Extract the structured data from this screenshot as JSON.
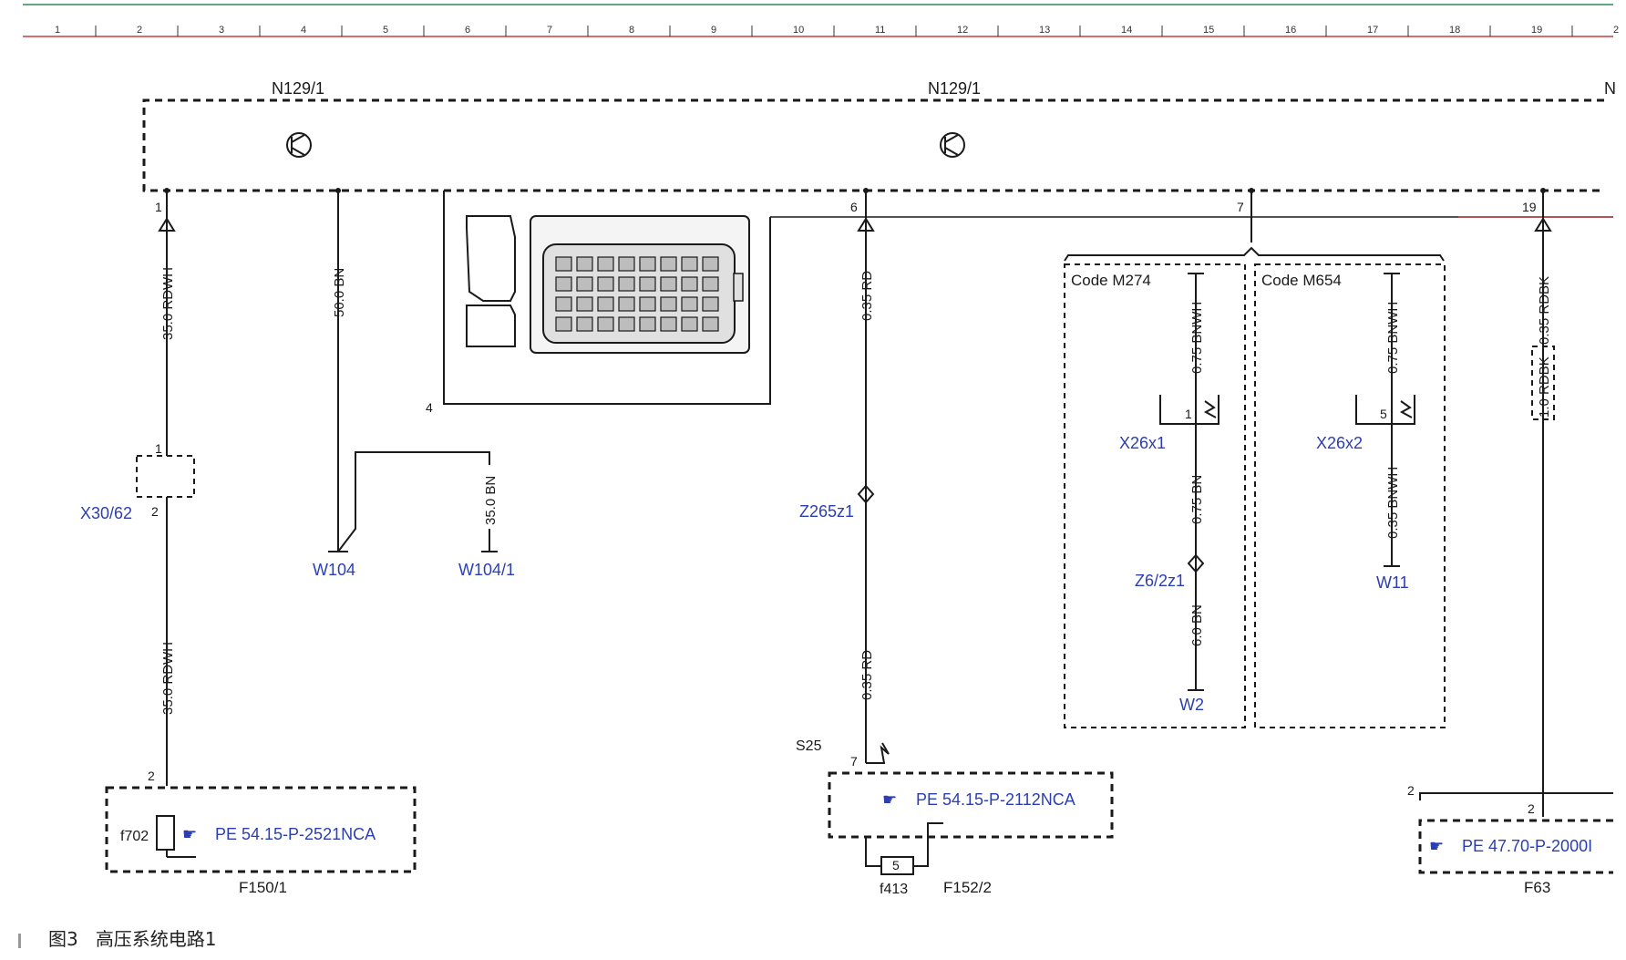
{
  "ruler": {
    "numbers": [
      "1",
      "2",
      "3",
      "4",
      "5",
      "6",
      "7",
      "8",
      "9",
      "10",
      "11",
      "12",
      "13",
      "14",
      "15",
      "16",
      "17",
      "18",
      "19",
      "2"
    ]
  },
  "modules": {
    "n129_left": "N129/1",
    "n129_right": "N129/1",
    "n_edge": "N"
  },
  "pins": {
    "p1": "1",
    "p6": "6",
    "p7": "7",
    "p19": "19",
    "p4": "4",
    "x30_top": "1",
    "x30_bottom": "2",
    "f150_pin": "2",
    "f63_pin_a": "2",
    "f63_pin_b": "2",
    "x26x1_pin": "1",
    "x26x2_pin": "5",
    "s25_pin": "7",
    "f413_pin": "5"
  },
  "wires": {
    "w1_top": "35.0 RDWH",
    "w1_bottom": "35.0 RDWH",
    "w104": "50.0 BN",
    "w104_1": "35.0 BN",
    "w6_top": "0.35 RD",
    "w6_bottom": "0.35 RD",
    "m274_top": "0.75 BNWH",
    "m274_mid": "0.75 BN",
    "m274_bot": "6.0 BN",
    "m654_top": "0.75 BNWH",
    "m654_bot": "0.35 BNWH",
    "w19_top": "0.35 RDBK",
    "w19_mid": "1.0 RDBK"
  },
  "components": {
    "x30_62": "X30/62",
    "w104": "W104",
    "w104_1": "W104/1",
    "z265z1": "Z265z1",
    "x26x1": "X26x1",
    "x26x2": "X26x2",
    "z6_2z1": "Z6/2z1",
    "w2": "W2",
    "w11": "W11",
    "s25": "S25",
    "f150_1": "F150/1",
    "f152_2": "F152/2",
    "f63": "F63",
    "f702": "f702",
    "f413": "f413"
  },
  "codes": {
    "m274": "Code M274",
    "m654": "Code M654"
  },
  "references": {
    "ref_f150": "PE 54.15-P-2521NCA",
    "ref_f152": "PE 54.15-P-2112NCA",
    "ref_f63": "PE 47.70-P-2000I"
  },
  "caption": {
    "figure": "图3",
    "title": "高压系统电路1"
  },
  "colors": {
    "label_blue": "#2b3fb0",
    "line_black": "#1a1a1a",
    "ruler_green": "#2e8b57",
    "ruler_red": "#c04040"
  }
}
